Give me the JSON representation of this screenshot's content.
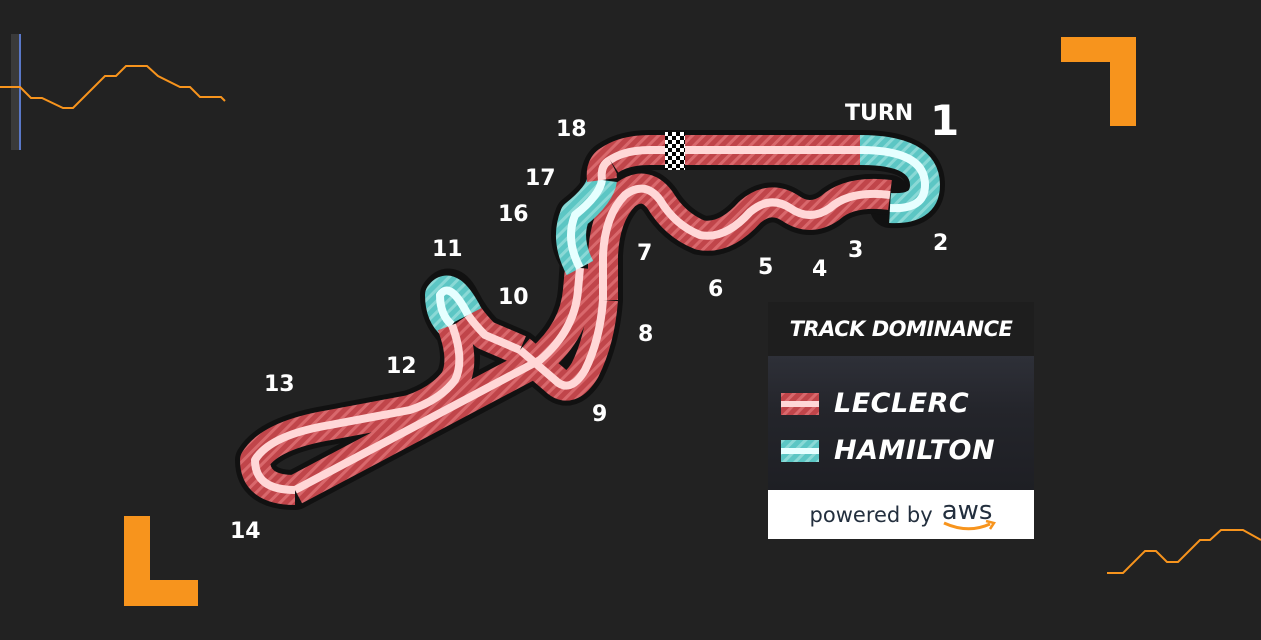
{
  "title": "TRACK DOMINANCE",
  "drivers": {
    "leclerc": {
      "name": "LECLERC",
      "color": "#c0454a",
      "stripe": "#d9686c",
      "line": "#ffd7d7"
    },
    "hamilton": {
      "name": "HAMILTON",
      "color": "#5cc6c4",
      "stripe": "#8ad9d6",
      "line": "#e6ffff"
    }
  },
  "sponsor": {
    "prefix": "powered by",
    "brand": "aws"
  },
  "turn_prefix": "TURN",
  "turns": [
    "1",
    "2",
    "3",
    "4",
    "5",
    "6",
    "7",
    "8",
    "9",
    "10",
    "11",
    "12",
    "13",
    "14",
    "16",
    "17",
    "18"
  ],
  "segments": [
    {
      "name": "main-straight",
      "driver": "leclerc"
    },
    {
      "name": "turn-1-2",
      "driver": "hamilton"
    },
    {
      "name": "esses",
      "driver": "leclerc"
    },
    {
      "name": "degner",
      "driver": "leclerc"
    },
    {
      "name": "turn-10",
      "driver": "leclerc"
    },
    {
      "name": "hairpin-11",
      "driver": "hamilton"
    },
    {
      "name": "spoon",
      "driver": "leclerc"
    },
    {
      "name": "back-straight",
      "driver": "leclerc"
    },
    {
      "name": "chicane-16-17",
      "driver": "hamilton"
    },
    {
      "name": "turn-18",
      "driver": "leclerc"
    }
  ],
  "accent_color": "#f7941d"
}
